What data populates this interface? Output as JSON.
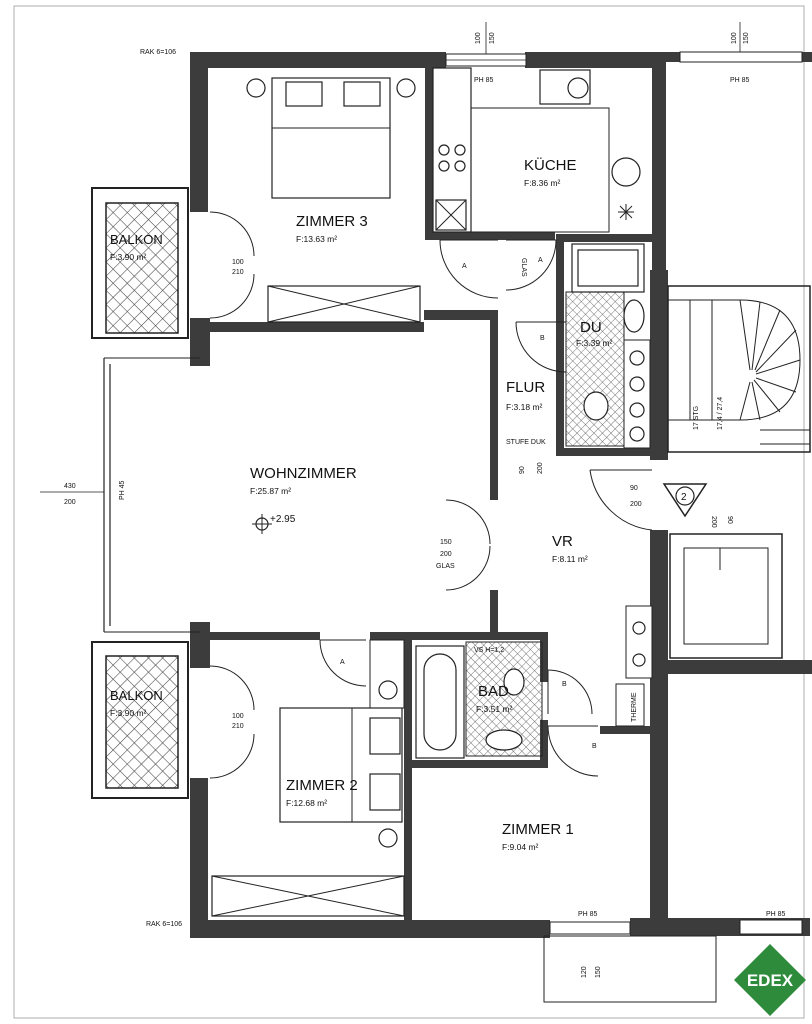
{
  "rooms": {
    "zimmer3": {
      "name": "ZIMMER 3",
      "area": "F:13.63 m²"
    },
    "kueche": {
      "name": "KÜCHE",
      "area": "F:8.36 m²"
    },
    "wohnzimmer": {
      "name": "WOHNZIMMER",
      "area": "F:25.87 m²",
      "level": "+2.95"
    },
    "flur": {
      "name": "FLUR",
      "area": "F:3.18 m²"
    },
    "du": {
      "name": "DU",
      "area": "F:3.39 m²"
    },
    "vr": {
      "name": "VR",
      "area": "F:8.11 m²"
    },
    "bad": {
      "name": "BAD",
      "area": "F:3.51 m²"
    },
    "zimmer2": {
      "name": "ZIMMER 2",
      "area": "F:12.68 m²"
    },
    "zimmer1": {
      "name": "ZIMMER 1",
      "area": "F:9.04 m²"
    },
    "balkon_top": {
      "name": "BALKON",
      "area": "F:3.90 m²"
    },
    "balkon_bottom": {
      "name": "BALKON",
      "area": "F:3.90 m²"
    }
  },
  "annotations": {
    "window_top_left": "100",
    "window_top_left2": "150",
    "window_top_right": "100",
    "window_top_right2": "150",
    "sill_kitchen": "PH 85",
    "sill_right": "PH 85",
    "side_dim_top": "430",
    "side_dim_bottom": "200",
    "ph_side": "PH 45",
    "balcony_door_top": "100",
    "balcony_door_top2": "210",
    "balcony_door_bottom": "100",
    "balcony_door_bottom2": "210",
    "glas_top": "GLAS",
    "door_a1": "A",
    "door_a2": "A",
    "door_a3": "A",
    "door_b1": "B",
    "door_b2": "B",
    "door_b3": "B",
    "glas_door": "150",
    "glas_door2": "200",
    "glas_door3": "GLAS",
    "stufe": "STUFE DUK",
    "flur_dim": "90",
    "flur_dim2": "200",
    "entry_dim": "90",
    "entry_dim2": "200",
    "stairs": "17 STG",
    "stairs2": "17,4 / 27,4",
    "marker": "2",
    "vs_label": "VS H=1,2",
    "therme": "THERME",
    "sill_bottom_left": "PH 85",
    "sill_bottom_right": "PH 85",
    "window_bottom": "120",
    "window_bottom2": "150",
    "rak_top": "RAK 6=106",
    "rak_bottom": "RAK 6=106",
    "dim_right": "200",
    "dim_right2": "90"
  },
  "logo": "EDEX",
  "colors": {
    "wall": "#3c3c3c",
    "logo_bg": "#2e8b3c",
    "hatch": "#444444"
  }
}
